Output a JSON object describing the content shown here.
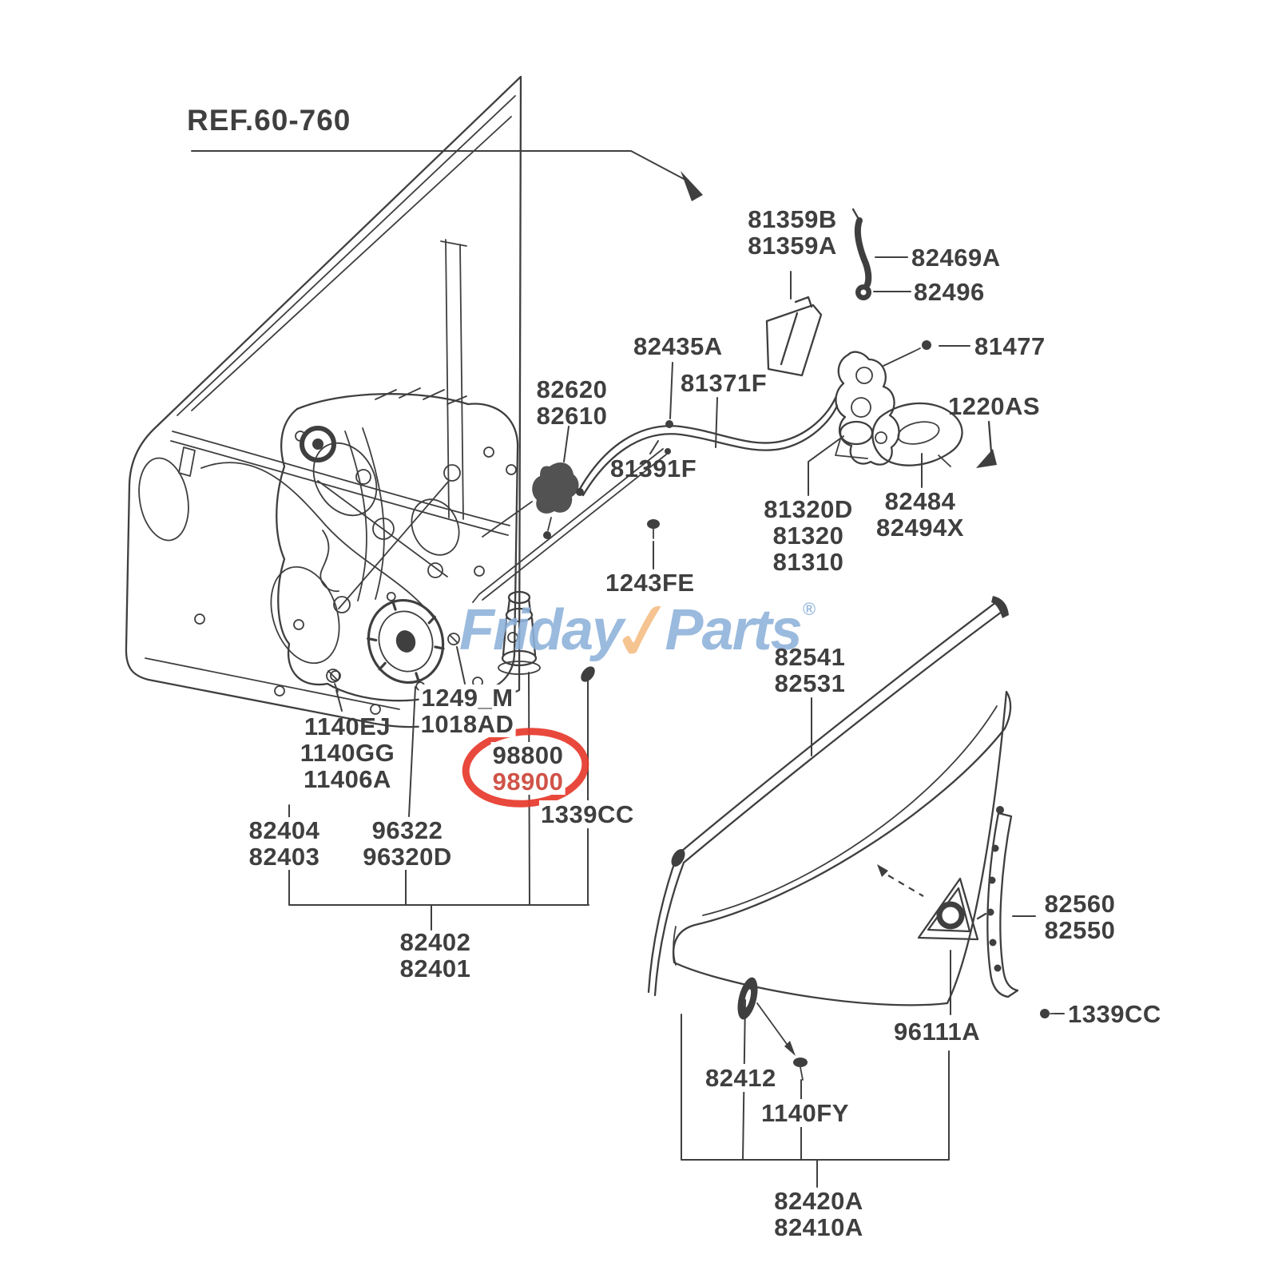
{
  "colors": {
    "ink": "#3f3f3f",
    "red": "#e6392b",
    "red_text": "#d05348",
    "wm_blue": "#8db1da",
    "wm_orange": "#f4bd82",
    "bg": "#ffffff"
  },
  "ref": {
    "label": "REF.60-760"
  },
  "watermark": {
    "part1": "Friday",
    "check": "✓",
    "part2": "Parts",
    "reg": "®"
  },
  "labels": {
    "l81359": {
      "lines": [
        "81359B",
        "81359A"
      ]
    },
    "l82469a": {
      "lines": [
        "82469A"
      ]
    },
    "l82496": {
      "lines": [
        "82496"
      ]
    },
    "l82435a": {
      "lines": [
        "82435A"
      ]
    },
    "l81371f": {
      "lines": [
        "81371F"
      ]
    },
    "l82620": {
      "lines": [
        "82620",
        "82610"
      ]
    },
    "l81477": {
      "lines": [
        "81477"
      ]
    },
    "l1220as": {
      "lines": [
        "1220AS"
      ]
    },
    "l81391f": {
      "lines": [
        "81391F"
      ]
    },
    "l81320": {
      "lines": [
        "81320D",
        "81320",
        "81310"
      ]
    },
    "l82484": {
      "lines": [
        "82484",
        "82494X"
      ]
    },
    "l1243fe": {
      "lines": [
        "1243FE"
      ]
    },
    "l82541": {
      "lines": [
        "82541",
        "82531"
      ]
    },
    "l1249": {
      "lines": [
        "1249_M",
        "1018AD"
      ]
    },
    "l1339cc_mid": {
      "lines": [
        "1339CC"
      ]
    },
    "l1140ej": {
      "lines": [
        "1140EJ",
        "1140GG",
        "11406A"
      ]
    },
    "l82404": {
      "lines": [
        "82404",
        "82403"
      ]
    },
    "l96322": {
      "lines": [
        "96322",
        "96320D"
      ]
    },
    "l82402": {
      "lines": [
        "82402",
        "82401"
      ]
    },
    "l82560": {
      "lines": [
        "82560",
        "82550"
      ]
    },
    "l96111a": {
      "lines": [
        "96111A"
      ]
    },
    "l1339cc_r": {
      "lines": [
        "1339CC"
      ]
    },
    "l82412": {
      "lines": [
        "82412"
      ]
    },
    "l1140fy": {
      "lines": [
        "1140FY"
      ]
    },
    "l82420a": {
      "lines": [
        "82420A",
        "82410A"
      ]
    }
  },
  "highlight": {
    "lines": [
      "98800",
      "98900"
    ],
    "style": "red-ellipse-circled"
  }
}
